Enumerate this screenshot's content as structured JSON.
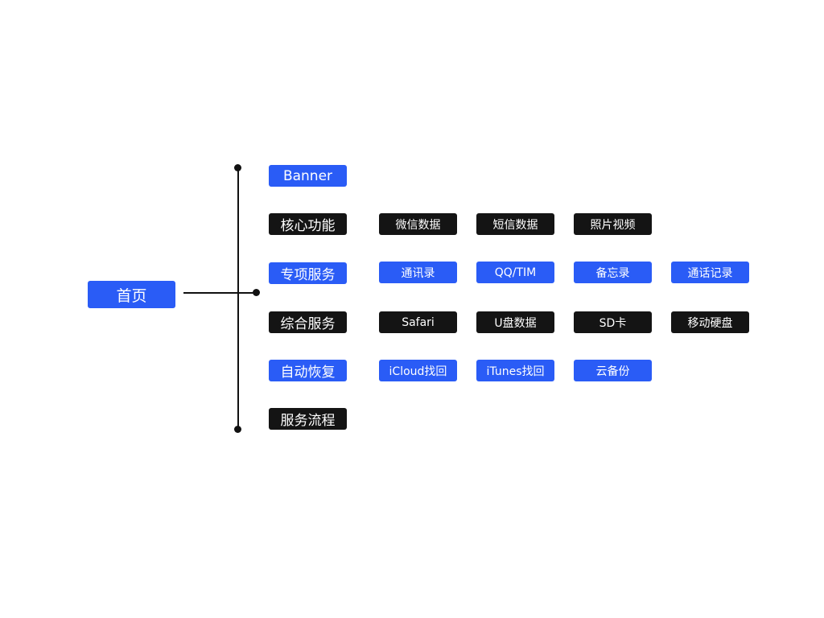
{
  "root": {
    "label": "首页",
    "color": "#2a5cf6"
  },
  "categories": [
    {
      "label": "Banner",
      "color": "#2a5cf6",
      "children": []
    },
    {
      "label": "核心功能",
      "color": "#141414",
      "children": [
        "微信数据",
        "短信数据",
        "照片视频"
      ]
    },
    {
      "label": "专项服务",
      "color": "#2a5cf6",
      "children": [
        "通讯录",
        "QQ/TIM",
        "备忘录",
        "通话记录"
      ]
    },
    {
      "label": "综合服务",
      "color": "#141414",
      "children": [
        "Safari",
        "U盘数据",
        "SD卡",
        "移动硬盘"
      ]
    },
    {
      "label": "自动恢复",
      "color": "#2a5cf6",
      "children": [
        "iCloud找回",
        "iTunes找回",
        "云备份"
      ]
    },
    {
      "label": "服务流程",
      "color": "#141414",
      "children": []
    }
  ]
}
